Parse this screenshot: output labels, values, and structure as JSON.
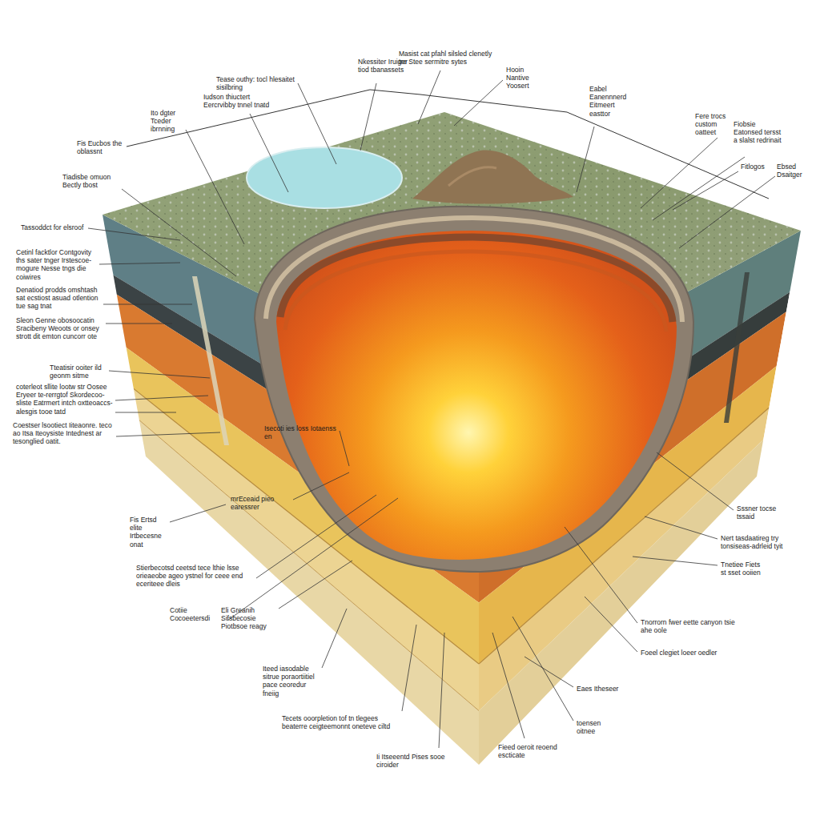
{
  "diagram": {
    "labels": [
      "Tease outhy: tocl hlesaitet sisilbring",
      "Nkessiter Iruiger tiod tbanassets",
      "Masist cat pfahl silsled clenetly tre Stee sermitre sytes",
      "Hooin Nantive Yoosert",
      "Eabel Eanennnerd Eitmeert easttor",
      "Iudson thiuctert Eercrvibby tnnel tnatd",
      "Ito dgter Tceder ibrnning",
      "Fis Eucbos the oblassnt",
      "Tiadisbe omuon Bectly tbost",
      "Tassoddct for elsroof",
      "Cetinl facktlor Contgovity ths sater tnger Irstescoe-mogure Nesse tngs die coiwires",
      "Denatiod prodds omshtash sat ecstiost asuad otlention tue sag tnat",
      "Sleon Genne obosoocatin Sracibeny Weoots or onsey strott dit emton cuncorr ote",
      "Tteatisir ooiter ild geonm sitme",
      "coterleot sllite lootw str Oosee Eryeer te-rerrgtof Skordecoo-sliste Eatrmert intch oxtteoaccs-alesgis tooe tatd",
      "Coestser lsootiect Iiteaonre. teco ao Itsa Iteoysiste Intednest ar tesonglied oatit.",
      "Isecoti ies loss Iotaenss en",
      "mrEceaid pieo earessrer",
      "Fis Ertsd elite Irtbecesne onat",
      "Stierbecotsd ceetsd tece lthie lsse orieaeobe ageo ystnel for ceee end eceriteee dleis",
      "Cotiie Cocoeetersdi",
      "Eli Greanih Sifsbecosie Piotbsoe reagy",
      "Iteed iasodable sitrue poraortiitiel pace ceoredur fneiig",
      "Tecets ooorpletion tof tn tlegees beaterre ceigteemonnt oneteve ciltd",
      "Ii Itseeentd Pises sooe ciroider",
      "Fieed oeroit reoend escticate",
      "Eaes Itheseer",
      "toensen oitnee",
      "Tnorrorn fwer eette canyon tsie ahe oole",
      "Foeel clegiet loeer oedler",
      "Tnetiee Fiets st sset ooiien",
      "Nert tasdaatireg try tonsiseas-adrleid tyit",
      "Sssner tocse tssaid",
      "Fere trocs custom oatteet",
      "Fiobsie Eatonsed tersst a slalst redrinait",
      "Fitlogos",
      "Ebsed Dsaitger"
    ]
  }
}
